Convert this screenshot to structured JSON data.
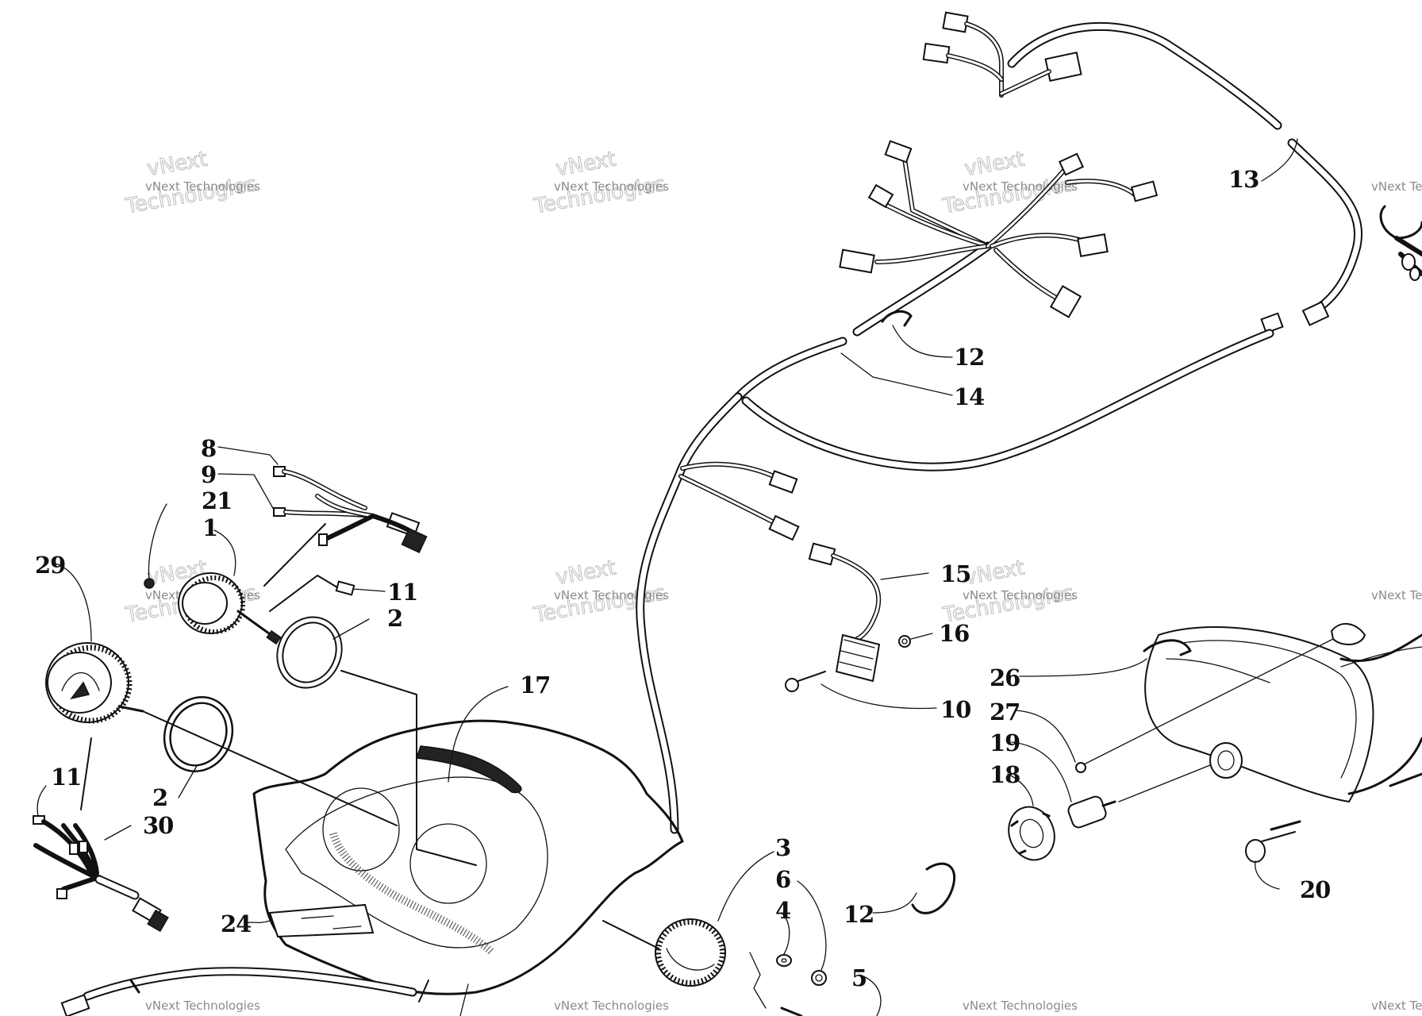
{
  "watermark": {
    "line1": "vNext Technologies",
    "line2": "vNext",
    "line3": "Technologies",
    "edge": "vNext Te"
  },
  "callouts": [
    {
      "id": "p1",
      "label": "1"
    },
    {
      "id": "p2a",
      "label": "2"
    },
    {
      "id": "p2b",
      "label": "2"
    },
    {
      "id": "p3",
      "label": "3"
    },
    {
      "id": "p4",
      "label": "4"
    },
    {
      "id": "p5",
      "label": "5"
    },
    {
      "id": "p6",
      "label": "6"
    },
    {
      "id": "p8",
      "label": "8"
    },
    {
      "id": "p9",
      "label": "9"
    },
    {
      "id": "p10",
      "label": "10"
    },
    {
      "id": "p11a",
      "label": "11"
    },
    {
      "id": "p11b",
      "label": "11"
    },
    {
      "id": "p12a",
      "label": "12"
    },
    {
      "id": "p12b",
      "label": "12"
    },
    {
      "id": "p13",
      "label": "13"
    },
    {
      "id": "p14",
      "label": "14"
    },
    {
      "id": "p15",
      "label": "15"
    },
    {
      "id": "p16",
      "label": "16"
    },
    {
      "id": "p17",
      "label": "17"
    },
    {
      "id": "p18",
      "label": "18"
    },
    {
      "id": "p19",
      "label": "19"
    },
    {
      "id": "p20",
      "label": "20"
    },
    {
      "id": "p21",
      "label": "21"
    },
    {
      "id": "p24",
      "label": "24"
    },
    {
      "id": "p26",
      "label": "26"
    },
    {
      "id": "p27",
      "label": "27"
    },
    {
      "id": "p29",
      "label": "29"
    },
    {
      "id": "p30",
      "label": "30"
    }
  ]
}
